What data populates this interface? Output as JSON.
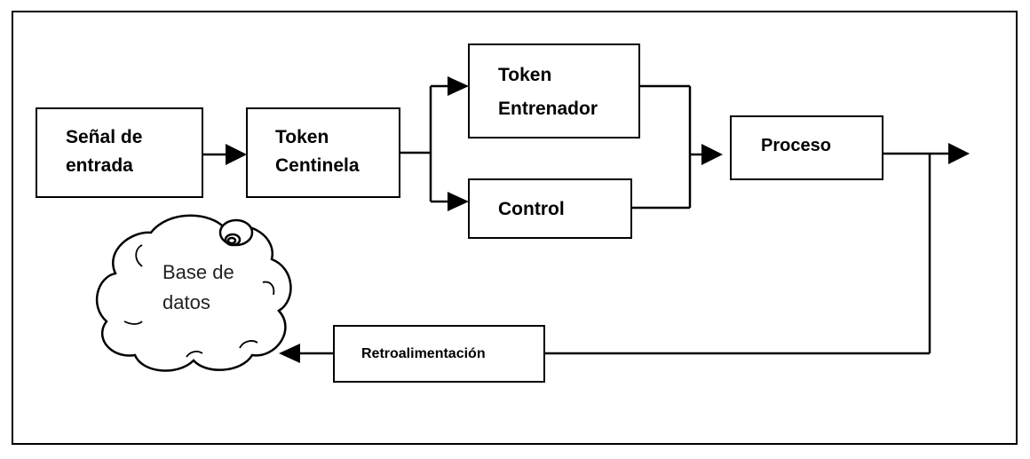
{
  "diagram": {
    "input_signal": [
      "Señal de",
      "entrada"
    ],
    "sentinel_token": [
      "Token",
      "Centinela"
    ],
    "trainer_token": [
      "Token",
      "Entrenador"
    ],
    "control": "Control",
    "process": "Proceso",
    "feedback": "Retroalimentación",
    "database": [
      "Base de",
      "datos"
    ]
  }
}
